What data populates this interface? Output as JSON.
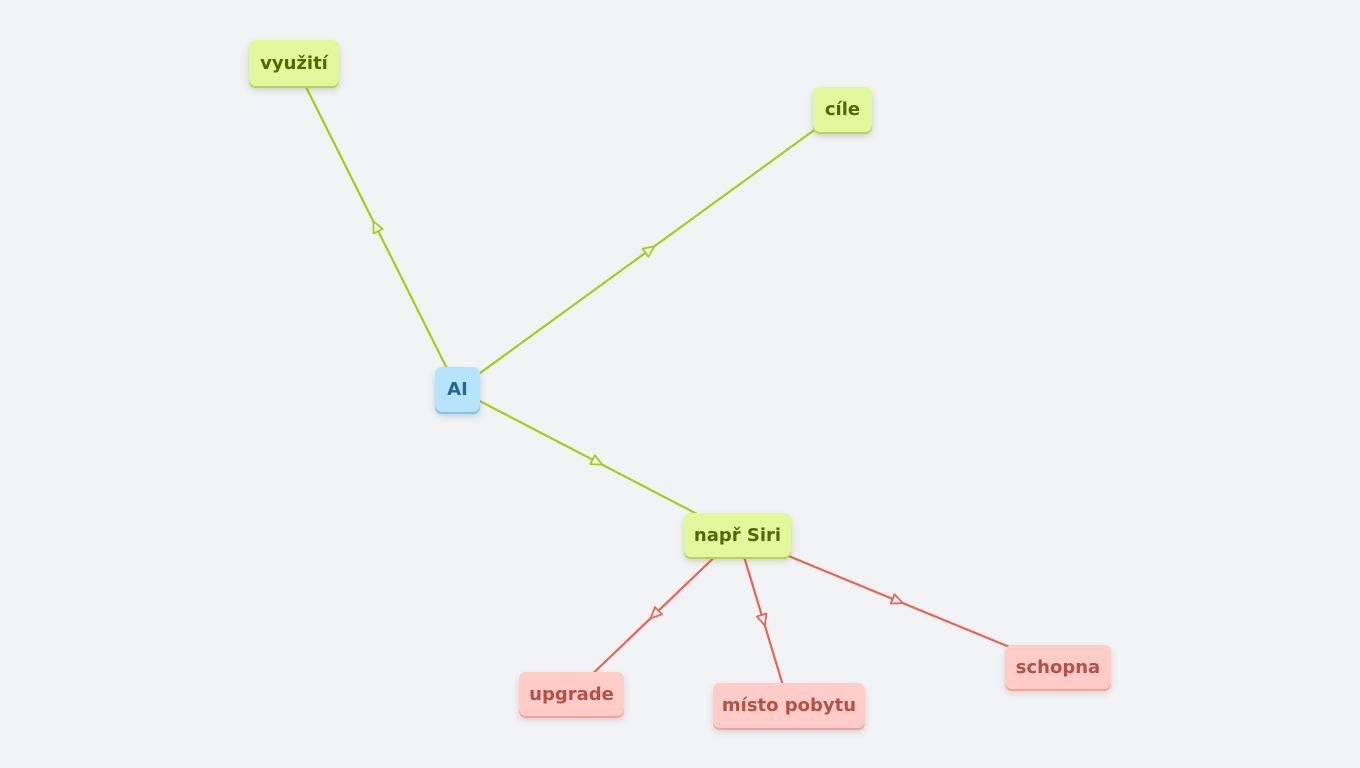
{
  "diagram": {
    "colors": {
      "background": "#f2f3f5",
      "green_edge": "#a8cc1e",
      "red_edge": "#ef6353",
      "green_node": "#e2f89c",
      "blue_node": "#b6e3fe",
      "red_node": "#ffccc7"
    },
    "nodes": {
      "vyuziti": "využití",
      "cile": "cíle",
      "ai": "AI",
      "siri": "např Siri",
      "upgrade": "upgrade",
      "misto": "místo pobytu",
      "schopna": "schopna"
    },
    "edges": [
      {
        "from": "ai",
        "to": "vyuziti",
        "color": "green"
      },
      {
        "from": "ai",
        "to": "cile",
        "color": "green"
      },
      {
        "from": "ai",
        "to": "siri",
        "color": "green"
      },
      {
        "from": "siri",
        "to": "upgrade",
        "color": "red"
      },
      {
        "from": "siri",
        "to": "misto",
        "color": "red"
      },
      {
        "from": "siri",
        "to": "schopna",
        "color": "red"
      }
    ]
  }
}
